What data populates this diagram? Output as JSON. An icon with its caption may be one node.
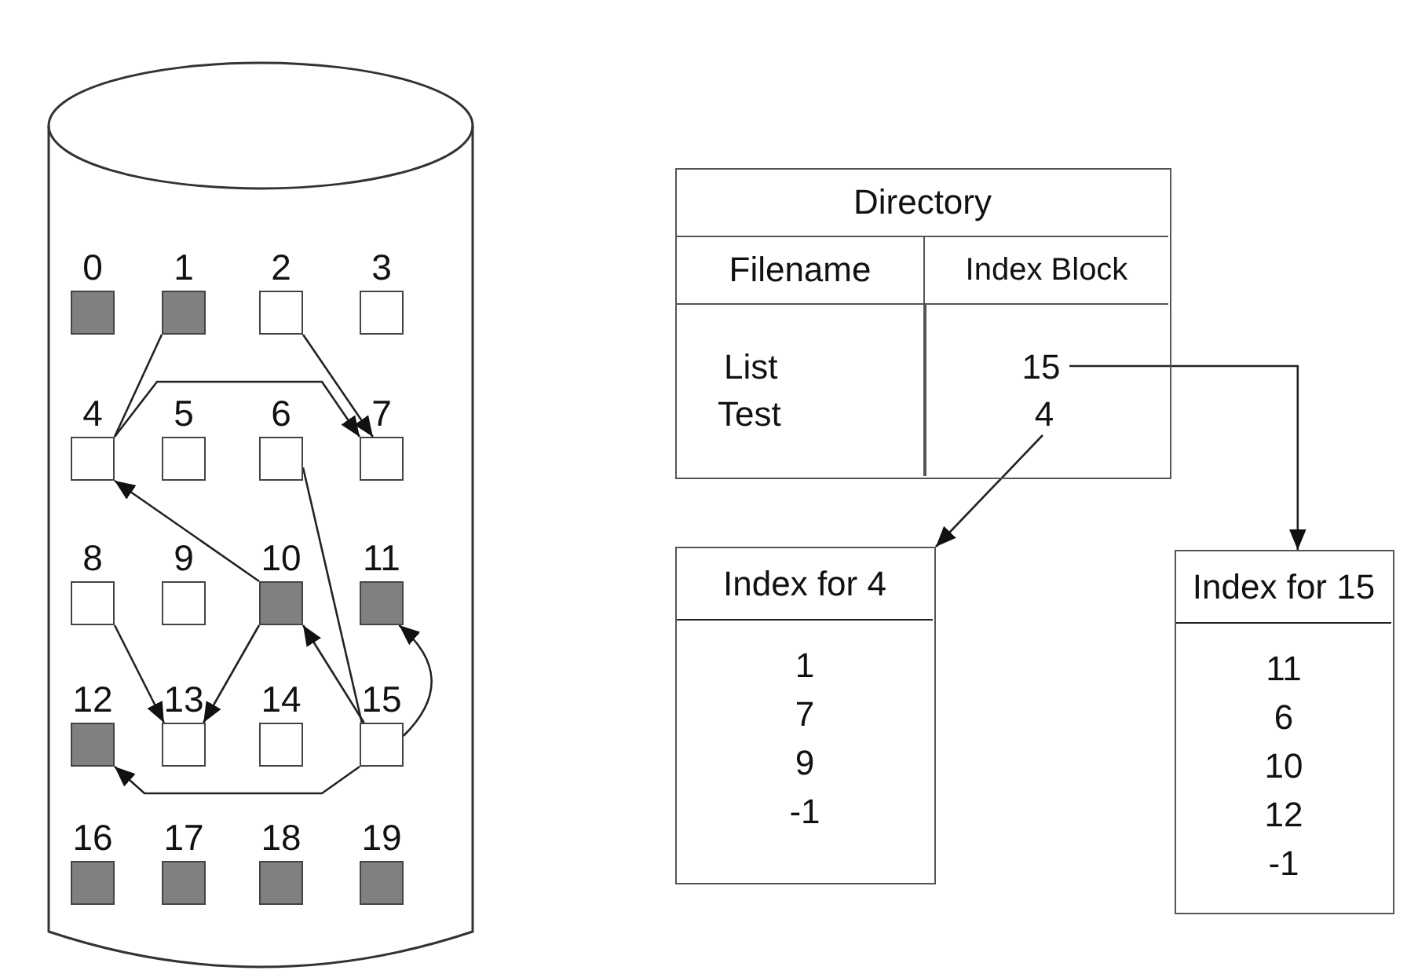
{
  "diagram": {
    "nodes": [
      {
        "text": [],
        "shape": "cylinder"
      },
      {
        "text": [],
        "shape": "box",
        "beside": [
          "0"
        ],
        "in": 0
      },
      {
        "text": [],
        "shape": "box",
        "beside": [
          "1"
        ],
        "in": 0
      },
      {
        "text": [],
        "shape": "box",
        "beside": [
          "2"
        ],
        "in": 0
      },
      {
        "text": [],
        "shape": "box",
        "beside": [
          "3"
        ],
        "in": 0
      },
      {
        "text": [],
        "shape": "box",
        "beside": [
          "4"
        ],
        "in": 0
      },
      {
        "text": [],
        "shape": "box",
        "beside": [
          "5"
        ],
        "in": 0
      },
      {
        "text": [],
        "shape": "box",
        "beside": [
          "6"
        ],
        "in": 0
      },
      {
        "text": [],
        "shape": "box",
        "beside": [
          "7"
        ],
        "in": 0
      },
      {
        "text": [],
        "shape": "box",
        "beside": [
          "8"
        ],
        "in": 0
      },
      {
        "text": [],
        "shape": "box",
        "beside": [
          "9"
        ],
        "in": 0
      },
      {
        "text": [],
        "shape": "box",
        "beside": [
          "10"
        ],
        "in": 0
      },
      {
        "text": [],
        "shape": "box",
        "beside": [
          "11"
        ],
        "in": 0
      },
      {
        "text": [],
        "shape": "box",
        "beside": [
          "12"
        ],
        "in": 0
      },
      {
        "text": [],
        "shape": "box",
        "beside": [
          "13"
        ],
        "in": 0
      },
      {
        "text": [],
        "shape": "box",
        "beside": [
          "14"
        ],
        "in": 0
      },
      {
        "text": [],
        "shape": "box",
        "beside": [
          "15"
        ],
        "in": 0
      },
      {
        "text": [],
        "shape": "box",
        "beside": [
          "16"
        ],
        "in": 0
      },
      {
        "text": [],
        "shape": "box",
        "beside": [
          "17"
        ],
        "in": 0
      },
      {
        "text": [],
        "shape": "box",
        "beside": [
          "18"
        ],
        "in": 0
      },
      {
        "text": [],
        "shape": "box",
        "beside": [
          "19"
        ],
        "in": 0
      },
      {
        "text": [
          "Directory",
          "Filename",
          "Index Block",
          "List",
          "Test"
        ]
      },
      {
        "text": [
          "15"
        ],
        "in": 21
      },
      {
        "text": [
          "4"
        ],
        "in": 21
      },
      {
        "text": [
          "Index for 4",
          "1",
          "7",
          "9",
          "-1"
        ]
      },
      {
        "text": [
          "Index for 15",
          "11",
          "6",
          "10",
          "12",
          "-1"
        ]
      }
    ],
    "edges": [
      {
        "from": 2,
        "to": 5,
        "arrow": "none"
      },
      {
        "from": 5,
        "to": 8,
        "arrow": "to"
      },
      {
        "from": 3,
        "to": 8,
        "arrow": "to"
      },
      {
        "from": 11,
        "to": 5,
        "arrow": "to"
      },
      {
        "from": 9,
        "to": 14,
        "arrow": "to"
      },
      {
        "from": 11,
        "to": 14,
        "arrow": "to"
      },
      {
        "from": 7,
        "to": 16,
        "arrow": "none"
      },
      {
        "from": 16,
        "to": 11,
        "arrow": "to"
      },
      {
        "from": 16,
        "to": 12,
        "arrow": "to"
      },
      {
        "from": 16,
        "to": 13,
        "arrow": "to"
      },
      {
        "from": 22,
        "to": 25,
        "arrow": "to"
      },
      {
        "from": 23,
        "to": 24,
        "arrow": "to"
      }
    ]
  }
}
